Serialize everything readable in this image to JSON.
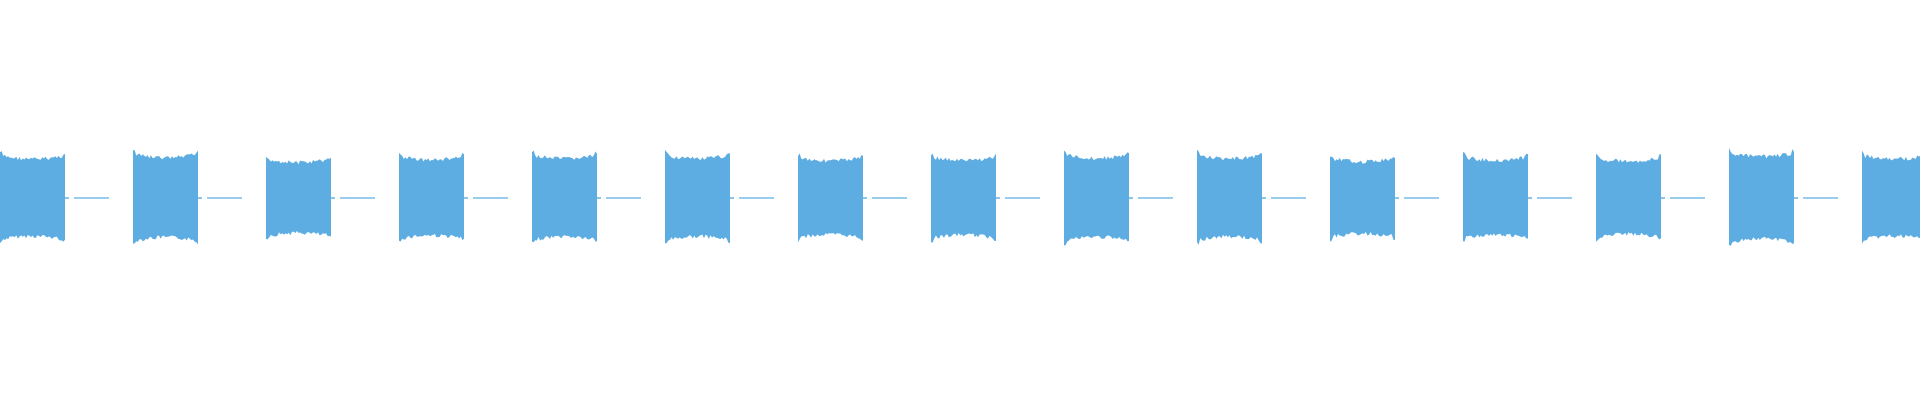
{
  "waveform": {
    "color": "#5dade2",
    "background": "#ffffff",
    "cycles": 15,
    "pattern": "burst-gap",
    "amplitude_pattern": [
      0.94,
      0.97,
      0.86,
      0.92,
      0.95,
      0.95,
      0.9,
      0.91,
      0.96,
      0.95,
      0.88,
      0.91,
      0.89,
      1.0,
      0.94
    ],
    "last_burst_clipped": true
  }
}
